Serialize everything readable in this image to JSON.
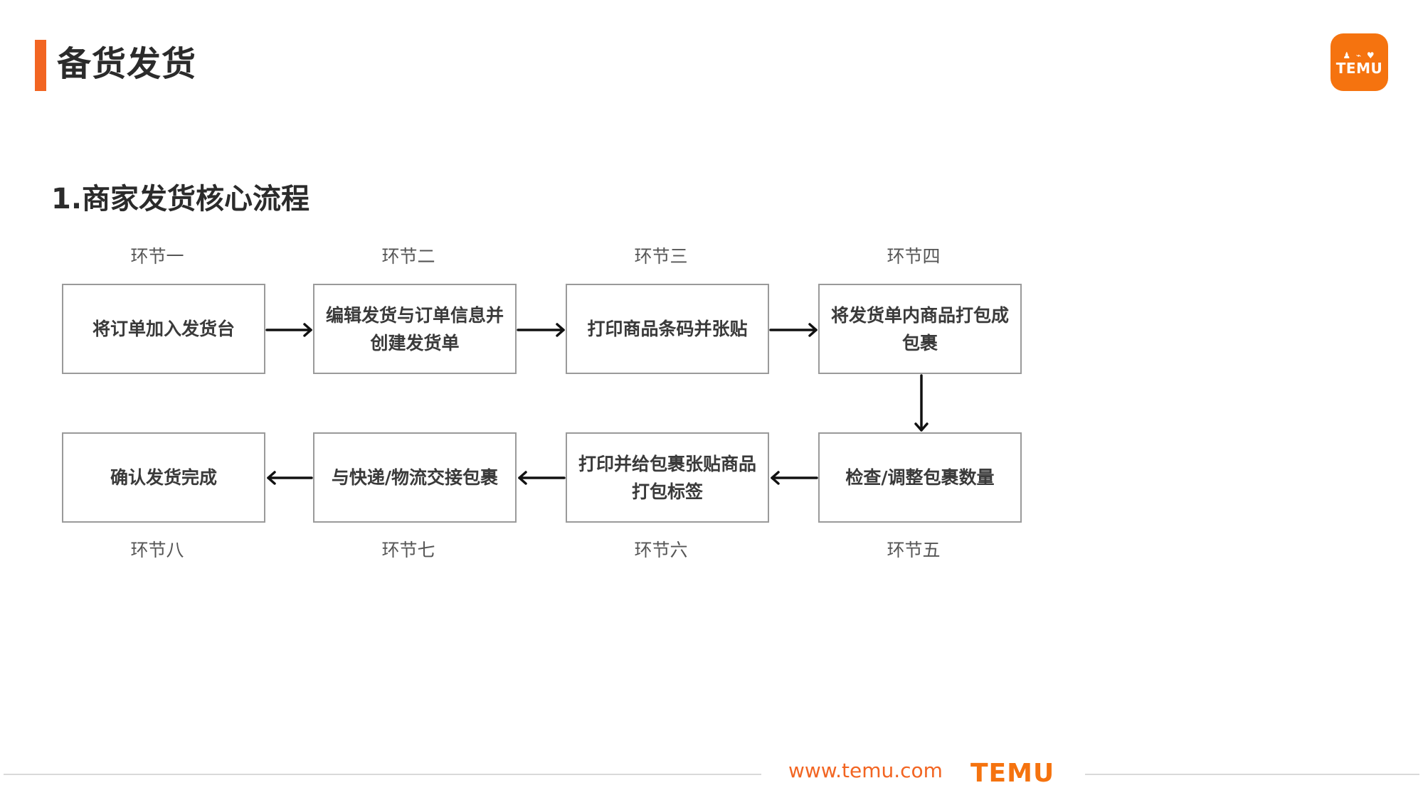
{
  "header": {
    "title": "备货发货",
    "logo_glyphs": "♟ ⌁ ♥",
    "logo_text": "TEMU"
  },
  "section": {
    "title": "1.商家发货核心流程"
  },
  "flow": {
    "top_row": [
      {
        "stage": "环节一",
        "text": "将订单加入发货台"
      },
      {
        "stage": "环节二",
        "text": "编辑发货与订单信息并创建发货单"
      },
      {
        "stage": "环节三",
        "text": "打印商品条码并张贴"
      },
      {
        "stage": "环节四",
        "text": "将发货单内商品打包成包裹"
      }
    ],
    "bottom_row": [
      {
        "stage": "环节八",
        "text": "确认发货完成"
      },
      {
        "stage": "环节七",
        "text": "与快递/物流交接包裹"
      },
      {
        "stage": "环节六",
        "text": "打印并给包裹张贴商品打包标签"
      },
      {
        "stage": "环节五",
        "text": "检查/调整包裹数量"
      }
    ]
  },
  "footer": {
    "url": "www.temu.com",
    "logo": "TEMU"
  },
  "colors": {
    "accent": "#f26522",
    "logo_bg": "#f5730f",
    "box_border": "#9a9a9a",
    "arrow": "#111111"
  }
}
